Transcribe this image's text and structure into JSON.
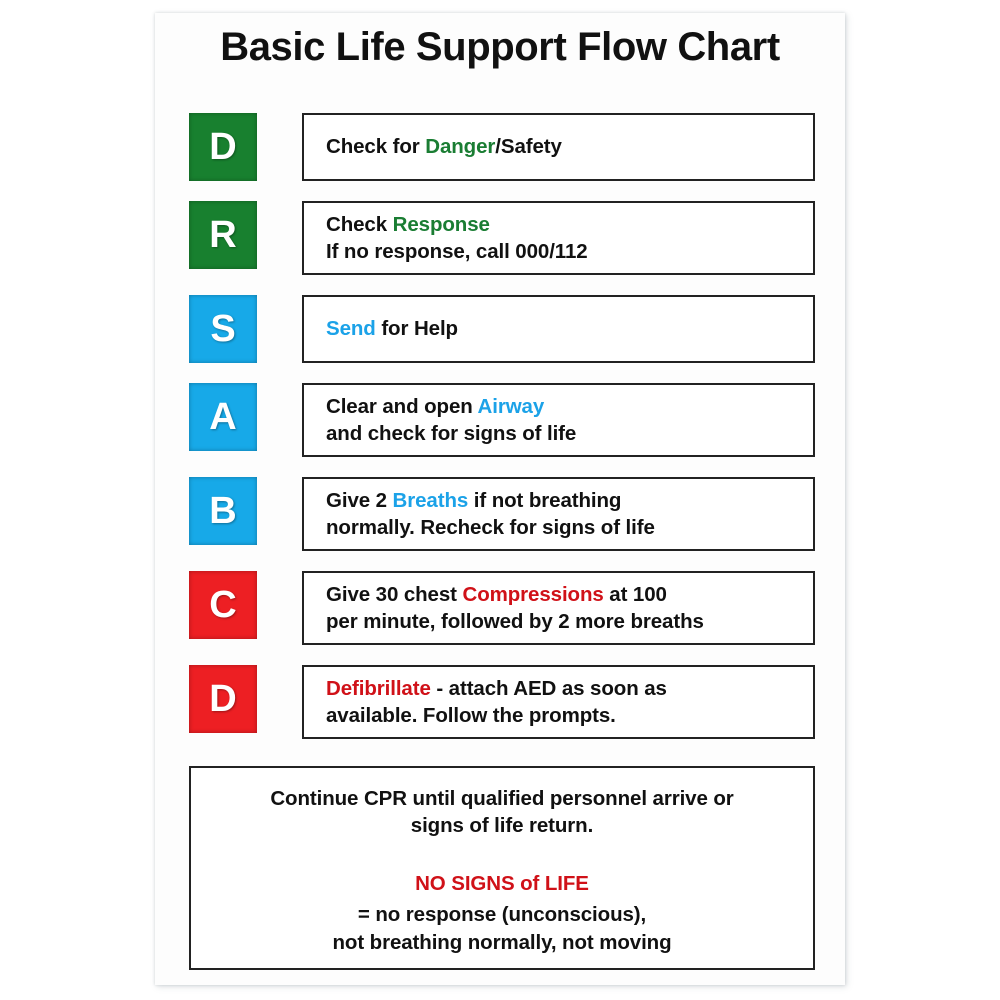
{
  "title": "Basic Life Support Flow Chart",
  "colors": {
    "green": "#18802f",
    "blue": "#17a9e8",
    "red": "#ed1f23",
    "highlight_green": "#1a7d33",
    "highlight_blue": "#1ba2e8",
    "highlight_red": "#d01118",
    "text": "#111111",
    "border": "#222222",
    "card_background": "#fdfdfd"
  },
  "steps": [
    {
      "letter": "D",
      "color": "green",
      "lines": [
        [
          {
            "text": "Check for ",
            "style": "plain"
          },
          {
            "text": "Danger",
            "style": "green"
          },
          {
            "text": "/Safety",
            "style": "plain"
          }
        ]
      ]
    },
    {
      "letter": "R",
      "color": "green",
      "lines": [
        [
          {
            "text": "Check ",
            "style": "plain"
          },
          {
            "text": "Response",
            "style": "green"
          }
        ],
        [
          {
            "text": "If no response, call 000/112",
            "style": "plain"
          }
        ]
      ]
    },
    {
      "letter": "S",
      "color": "blue",
      "lines": [
        [
          {
            "text": "Send",
            "style": "blue"
          },
          {
            "text": " for Help",
            "style": "plain"
          }
        ]
      ]
    },
    {
      "letter": "A",
      "color": "blue",
      "lines": [
        [
          {
            "text": "Clear and open ",
            "style": "plain"
          },
          {
            "text": "Airway",
            "style": "blue"
          }
        ],
        [
          {
            "text": "and check for signs of life",
            "style": "plain"
          }
        ]
      ]
    },
    {
      "letter": "B",
      "color": "blue",
      "lines": [
        [
          {
            "text": "Give 2 ",
            "style": "plain"
          },
          {
            "text": "Breaths",
            "style": "blue"
          },
          {
            "text": " if not breathing",
            "style": "plain"
          }
        ],
        [
          {
            "text": "normally. Recheck for signs of life",
            "style": "plain"
          }
        ]
      ]
    },
    {
      "letter": "C",
      "color": "red",
      "lines": [
        [
          {
            "text": "Give 30 chest ",
            "style": "plain"
          },
          {
            "text": "Compressions",
            "style": "red"
          },
          {
            "text": " at 100",
            "style": "plain"
          }
        ],
        [
          {
            "text": "per minute, followed by 2 more breaths",
            "style": "plain"
          }
        ]
      ]
    },
    {
      "letter": "D",
      "color": "red",
      "lines": [
        [
          {
            "text": "Defibrillate",
            "style": "red"
          },
          {
            "text": " - attach AED as soon as",
            "style": "plain"
          }
        ],
        [
          {
            "text": "available. Follow the prompts.",
            "style": "plain"
          }
        ]
      ]
    }
  ],
  "footer": {
    "intro_lines": [
      "Continue CPR until qualified personnel arrive or",
      "signs of life return."
    ],
    "headline": "NO SIGNS of LIFE",
    "detail_lines": [
      "= no response (unconscious),",
      "not breathing normally, not moving"
    ]
  }
}
